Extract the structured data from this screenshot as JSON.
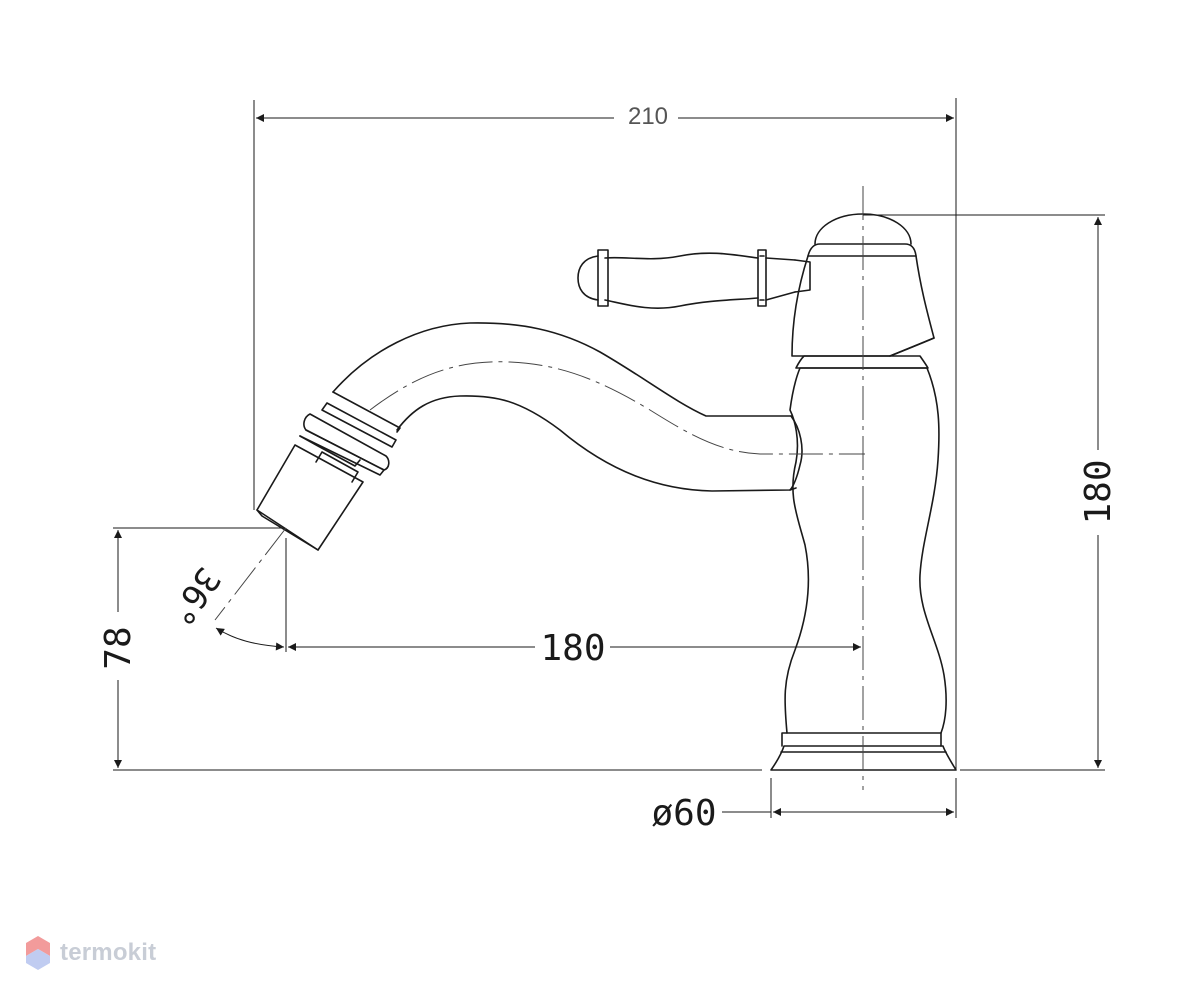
{
  "dimensions": {
    "overall_width": "210",
    "height": "180",
    "spout_reach": "180",
    "outlet_height": "78",
    "spray_angle": "36°",
    "base_diameter": "ø60"
  },
  "watermark": {
    "brand": "termokit",
    "logo_colors": [
      "#f08a8a",
      "#b9c7f0"
    ]
  }
}
